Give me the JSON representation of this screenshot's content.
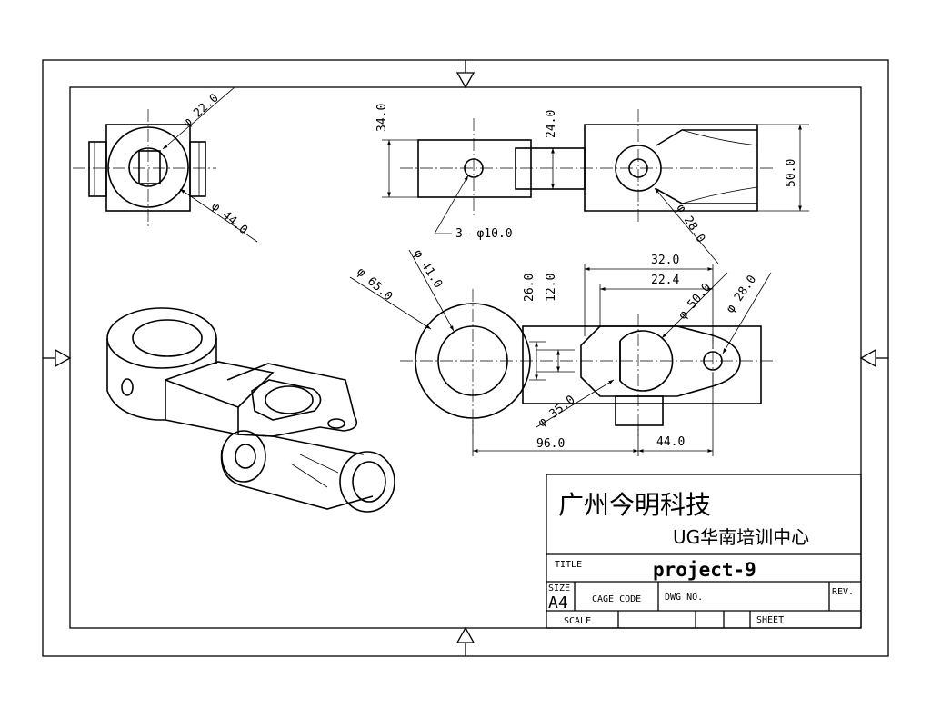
{
  "title_block": {
    "company": "广州今明科技",
    "center": "UG华南培训中心",
    "title_label": "TITLE",
    "title_value": "project-9",
    "size_label": "SIZE",
    "size_value": "A4",
    "cage_code_label": "CAGE CODE",
    "dwg_no_label": "DWG NO.",
    "rev_label": "REV.",
    "scale_label": "SCALE",
    "sheet_label": "SHEET"
  },
  "dimensions": {
    "left_view_top_dia": "φ 22.0",
    "left_view_bottom_dia": "φ 44.0",
    "top_view_height_34": "34.0",
    "top_view_height_24": "24.0",
    "top_view_height_50": "50.0",
    "top_view_holes": "3- φ10.0",
    "top_view_dia_28": "φ 28.0",
    "front_dia_65": "φ 65.0",
    "front_dia_41": "φ 41.0",
    "front_26": "26.0",
    "front_12": "12.0",
    "front_32": "32.0",
    "front_22_4": "22.4",
    "front_dia_50": "φ 50.0",
    "front_dia_28": "φ 28.0",
    "front_dia_35": "φ 35.0",
    "front_96": "96.0",
    "front_44": "44.0"
  }
}
